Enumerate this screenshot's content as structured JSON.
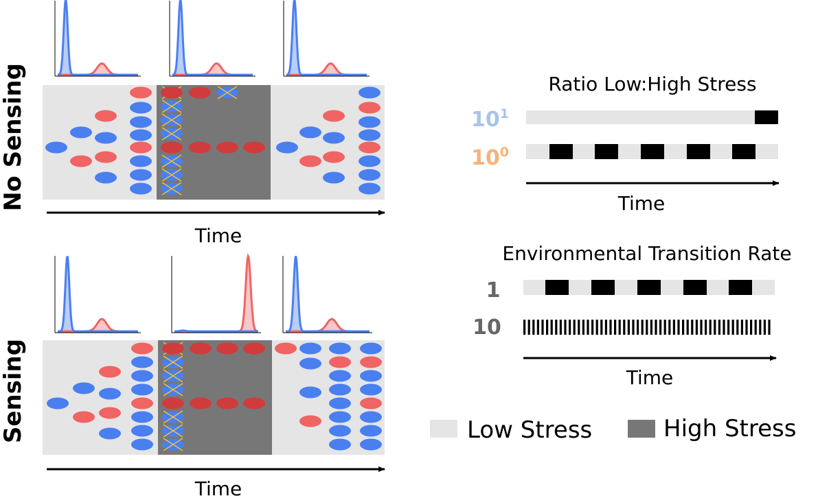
{
  "panels": {
    "no_sensing": {
      "title": "No Sensing",
      "time_label": "Time"
    },
    "sensing": {
      "title": "Sensing",
      "time_label": "Time"
    }
  },
  "ratio": {
    "title": "Ratio Low:High Stress",
    "rows": [
      {
        "base": "10",
        "exp": "1",
        "color": "#a8c4e8"
      },
      {
        "base": "10",
        "exp": "0",
        "color": "#f5b37a"
      }
    ],
    "time_label": "Time"
  },
  "rate": {
    "title": "Environmental Transition Rate",
    "rows": [
      {
        "label": "1"
      },
      {
        "label": "10"
      }
    ],
    "time_label": "Time"
  },
  "legend": {
    "low": {
      "label": "Low Stress",
      "color": "#e5e5e5"
    },
    "high": {
      "label": "High Stress",
      "color": "#777777"
    }
  },
  "colors": {
    "blue": "#4a7ff0",
    "red": "#f06464",
    "dark_red": "#d03c3c",
    "blue_fill": "#b9cdf5",
    "red_fill": "#f6c8c8",
    "kill_cross": "#e8c040"
  }
}
